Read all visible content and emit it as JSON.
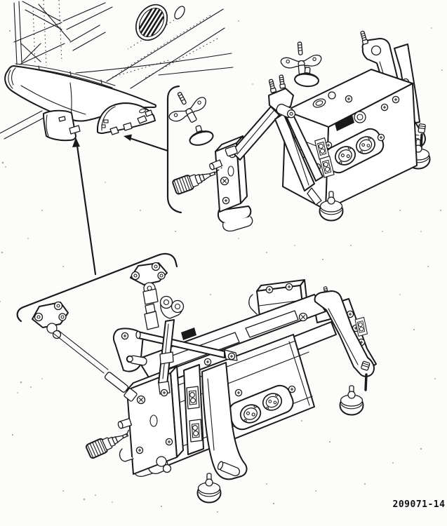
{
  "figure": {
    "number": "209071-14"
  },
  "palette": {
    "ink": "#1a1a1a",
    "paper": "#fcfcfb"
  },
  "illustration": {
    "components": [
      "aircraft-fuselage-section",
      "louver-vent",
      "pylon-fairing",
      "left-fin-fairing",
      "right-fin-fairing",
      "callout-arrow-left",
      "callout-arrow-right",
      "upper-detail-boundary",
      "lower-detail-boundary",
      "upper-adapter-assembly",
      "lower-adapter-assembly",
      "wing-screw-with-swivel-pad",
      "quick-disconnect-plug",
      "suction-foot",
      "electrical-connector",
      "tie-rod-linkage",
      "triangular-link-plate"
    ]
  }
}
